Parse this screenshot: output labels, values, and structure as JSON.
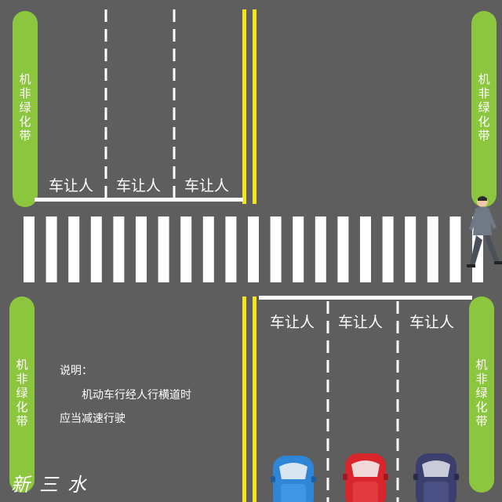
{
  "green_belt_label": "机非绿化带",
  "yield_label": "车让人",
  "note": {
    "title": "说明：",
    "line1": "机动车行经人行横道时",
    "line2": "应当减速行驶"
  },
  "watermark": "新三水",
  "colors": {
    "road": "#5e5e5e",
    "green_belt": "#8cc63f",
    "center_line": "#f2e61a",
    "marking": "#ffffff",
    "car_blue": "#2f86d6",
    "car_red": "#d8262c",
    "car_navy": "#3a3f6e"
  }
}
